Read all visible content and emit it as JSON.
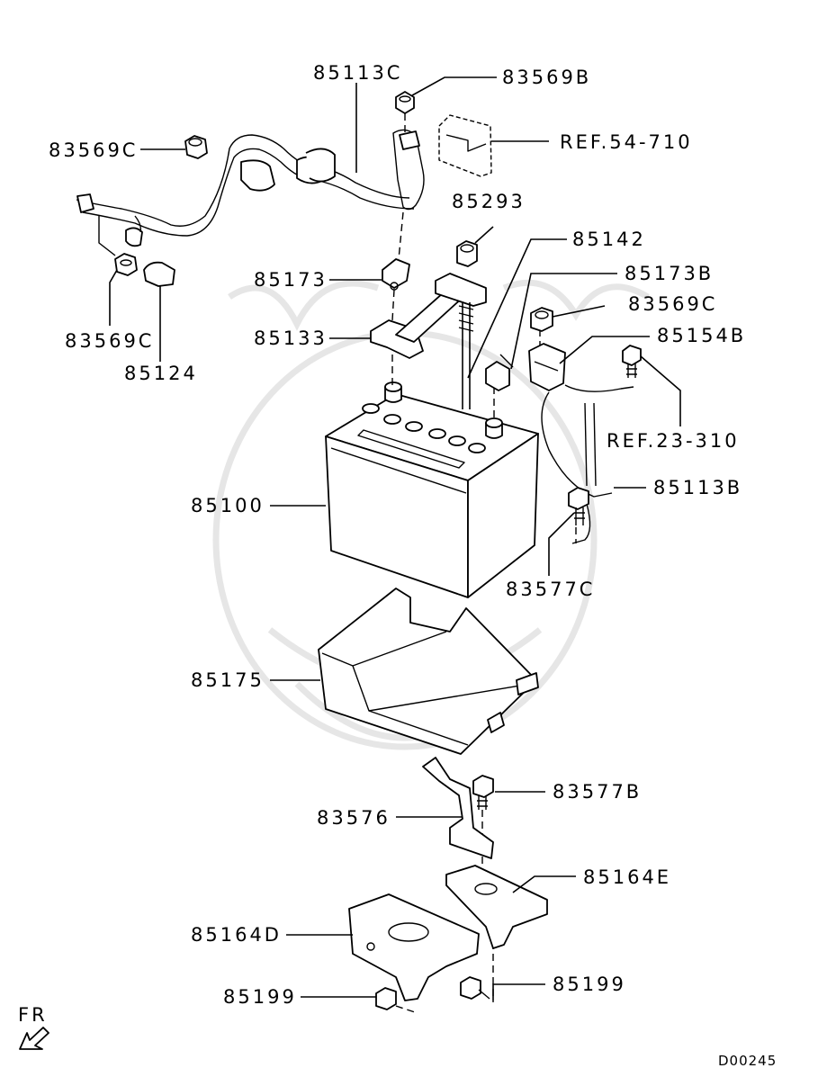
{
  "diagram": {
    "drawing_code": "D00245",
    "direction_label": "FR",
    "labels": {
      "p85113C": "85113C",
      "p83569B": "83569B",
      "ref54710": "REF.54-710",
      "p83569C_top": "83569C",
      "p85293": "85293",
      "p85142": "85142",
      "p85173": "85173",
      "p85173B": "85173B",
      "p83569C_right": "83569C",
      "p85133": "85133",
      "p85154B": "85154B",
      "p83569C_left": "83569C",
      "p85124": "85124",
      "ref23310": "REF.23-310",
      "p85113B": "85113B",
      "p85100": "85100",
      "p83577C": "83577C",
      "p85175": "85175",
      "p83577B": "83577B",
      "p83576": "83576",
      "p85164E": "85164E",
      "p85164D": "85164D",
      "p85199_left": "85199",
      "p85199_right": "85199"
    }
  }
}
